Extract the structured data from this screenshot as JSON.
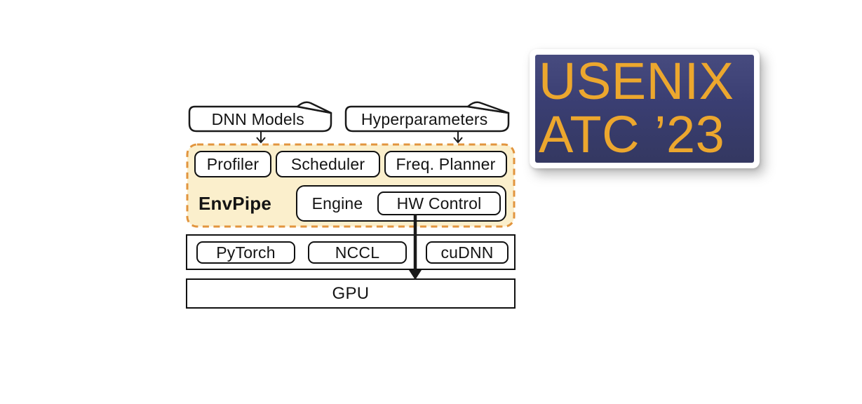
{
  "diagram": {
    "inputs": [
      {
        "label": "DNN Models"
      },
      {
        "label": "Hyperparameters"
      }
    ],
    "envpipe": {
      "label": "EnvPipe",
      "modules": [
        "Profiler",
        "Scheduler",
        "Freq. Planner"
      ],
      "engine_label": "Engine",
      "hw_control_label": "HW Control"
    },
    "libraries": [
      "PyTorch",
      "NCCL",
      "cuDNN"
    ],
    "hardware": "GPU",
    "colors": {
      "envpipe_fill": "#fbefcc",
      "envpipe_border": "#e2953e",
      "box_border": "#111111",
      "arrow": "#1a1a1a"
    }
  },
  "badge": {
    "line1": "USENIX",
    "line2": "ATC ’23",
    "bg_color": "#3a3e72",
    "text_color": "#eca72e"
  }
}
